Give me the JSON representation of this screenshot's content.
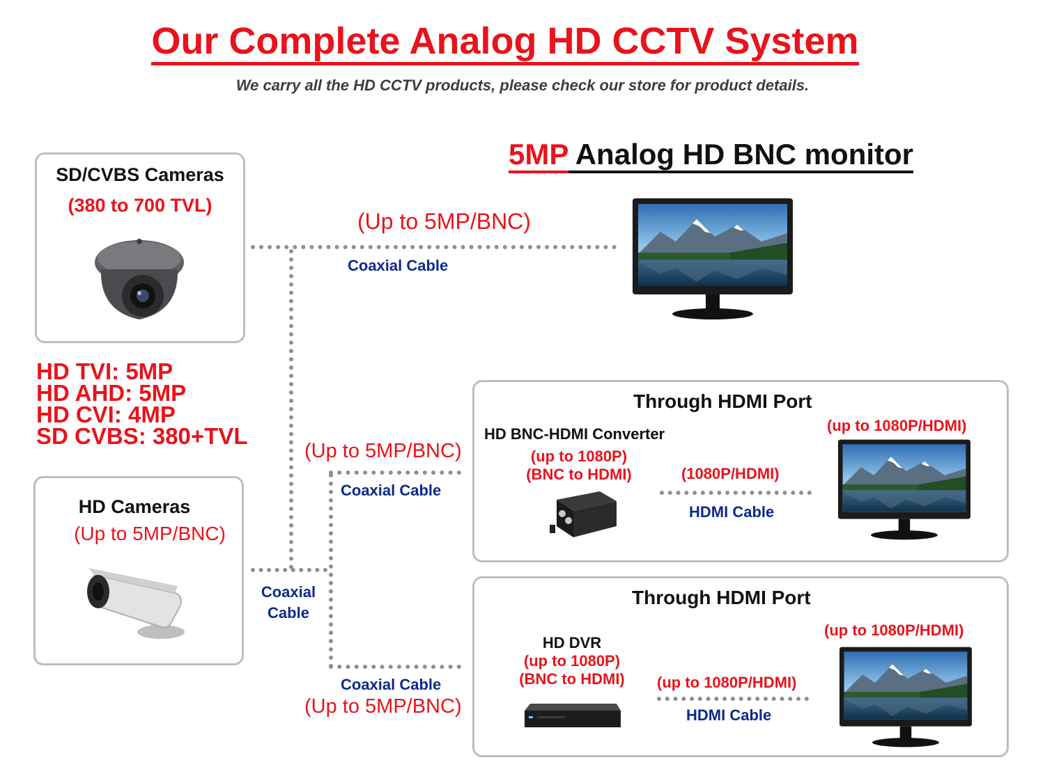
{
  "header": {
    "title": "Our Complete Analog HD CCTV System",
    "subtitle": "We carry all the HD CCTV products, please check our store for product details."
  },
  "sd_cameras": {
    "title": "SD/CVBS Cameras",
    "resolution": "(380 to 700 TVL)"
  },
  "formats": [
    "HD TVI: 5MP",
    "HD AHD: 5MP",
    "HD CVI: 4MP",
    "SD CVBS: 380+TVL"
  ],
  "hd_cameras": {
    "title": "HD Cameras",
    "resolution": "(Up to 5MP/BNC)"
  },
  "monitor_section": {
    "title_highlight": "5MP",
    "title_rest": " Analog HD BNC monitor",
    "link_rate": "(Up to 5MP/BNC)",
    "cable": "Coaxial Cable"
  },
  "trunk": {
    "cable_line1": "Coaxial",
    "cable_line2": "Cable"
  },
  "hdmi_converter_path": {
    "link_rate": "(Up to 5MP/BNC)",
    "cable": "Coaxial Cable",
    "box_title": "Through HDMI Port",
    "device_name": "HD BNC-HDMI Converter",
    "device_res": "(up to 1080P)",
    "device_conv": "(BNC to HDMI)",
    "hdmi_rate": "(1080P/HDMI)",
    "hdmi_cable": "HDMI Cable",
    "monitor_rate": "(up to 1080P/HDMI)"
  },
  "dvr_path": {
    "link_rate": "(Up to 5MP/BNC)",
    "cable": "Coaxial Cable",
    "box_title": "Through HDMI Port",
    "device_name": "HD DVR",
    "device_res": "(up to 1080P)",
    "device_conv": "(BNC to HDMI)",
    "hdmi_rate": "(up to 1080P/HDMI)",
    "hdmi_cable": "HDMI Cable",
    "monitor_rate": "(up to 1080P/HDMI)"
  },
  "colors": {
    "accent_red": "#e8131b",
    "navy": "#0d2a8c",
    "line_gray": "#8f8f8f"
  }
}
